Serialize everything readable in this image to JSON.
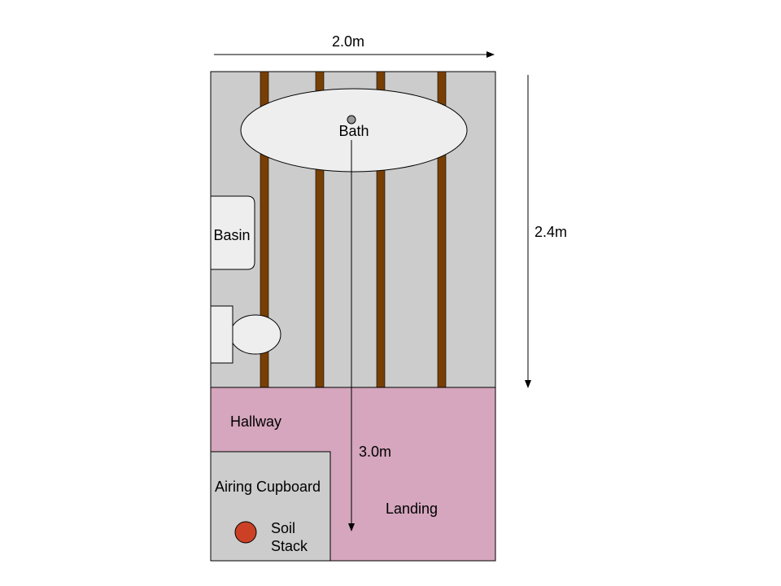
{
  "dimensions": {
    "width": "2.0m",
    "height": "2.4m",
    "pipe_run": "3.0m"
  },
  "rooms": {
    "bathroom": {
      "fill": "#cccccc"
    },
    "hallway": {
      "label": "Hallway",
      "fill": "#d5a6bd"
    },
    "landing": {
      "label": "Landing"
    },
    "airing_cupboard": {
      "label": "Airing Cupboard",
      "fill": "#cccccc"
    }
  },
  "fixtures": {
    "bath": {
      "label": "Bath"
    },
    "basin": {
      "label": "Basin"
    },
    "toilet": {},
    "soil_stack": {
      "label_line1": "Soil",
      "label_line2": "Stack",
      "color": "#cc4125"
    }
  },
  "joists": {
    "count": 4,
    "color": "#783f04"
  }
}
